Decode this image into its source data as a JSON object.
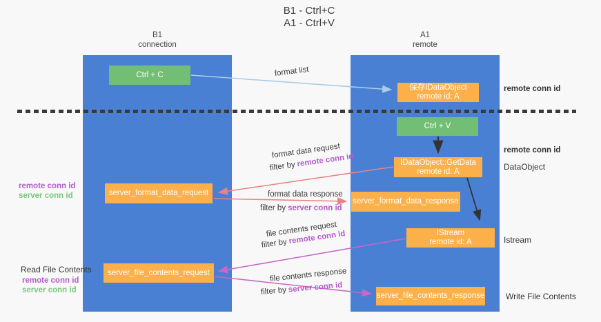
{
  "title": {
    "line1": "B1 - Ctrl+C",
    "line2": "A1 - Ctrl+V"
  },
  "lanes": {
    "left": {
      "name": "B1",
      "role": "connection"
    },
    "right": {
      "name": "A1",
      "role": "remote"
    }
  },
  "boxes": {
    "ctrl_c": {
      "label": "Ctrl + C"
    },
    "ctrl_v": {
      "label": "Ctrl + V"
    },
    "save_idataobject": {
      "line1": "保存IDataObject",
      "line2": "remote id: A"
    },
    "getdata": {
      "line1": "IDataObject::GetData",
      "line2": "remote id: A"
    },
    "istream": {
      "line1": "IStream",
      "line2": "remote id: A"
    },
    "format_request": {
      "label": "server_format_data_request"
    },
    "format_response": {
      "label": "server_format_data_response"
    },
    "file_request": {
      "label": "server_file_contents_request"
    },
    "file_response": {
      "label": "server_file_contents_response"
    }
  },
  "labels": {
    "format_list": "format list",
    "format_data_request": "format data request",
    "format_data_response": "format data response",
    "file_contents_request": "file contents request",
    "file_contents_response": "file contents response",
    "filter_by": "filter by",
    "remote_conn_id": "remote conn id",
    "server_conn_id": "server conn id",
    "dataobject": "DataObject",
    "istream": "Istream",
    "read_file_contents": "Read File Contents",
    "write_file_contents": "Write File Contents"
  },
  "colors": {
    "lane_blue": "#4a80d4",
    "box_green": "#71be74",
    "box_orange": "#fbb04a",
    "arrow_blue": "#a9cce9",
    "arrow_pink": "#e8837f",
    "arrow_magenta": "#c767c7",
    "arrow_black": "#333333",
    "text_purple": "#b55bc8",
    "text_green": "#76c77a",
    "text_dark": "#3b3b3b",
    "background": "#f8f8f9"
  }
}
